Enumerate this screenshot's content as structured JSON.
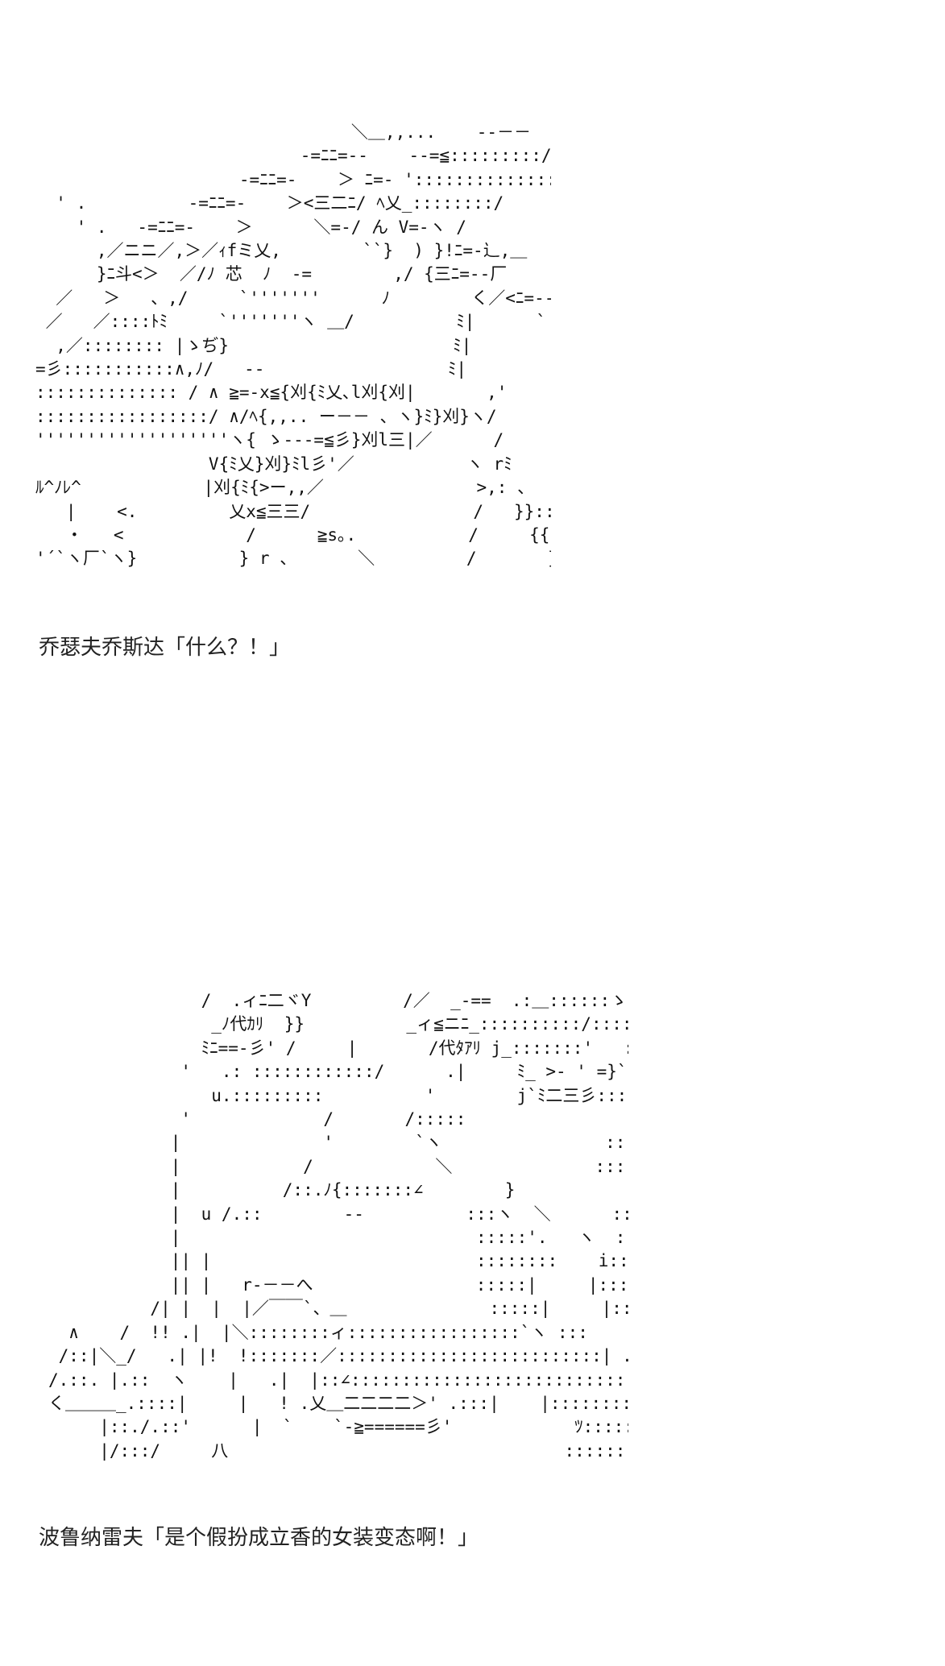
{
  "panels": [
    {
      "art_lines": [
        "                               ＼＿,,...    ‐‐－－",
        "                          -=ﾆﾆ=--    --=≦:::::::::/",
        "                    -=ﾆﾆ=-    ＞ ﾆ=- ':::::::::::::::/",
        "  ' .          -=ﾆﾆ=-    ＞<三二ﾆ/ ﾍ乂_::::::::/",
        "    ' .   -=ﾆﾆ=-    ＞      ＼=-/ ん V=-ヽ /",
        "      ,／ニニ／,＞／ｨfミ乂,        ``}  ) }!ﾆ=-辶,＿",
        "      }ﾆ斗<＞  ／/ﾉ 芯  ﾉ  -=        ,/ {三ﾆ=--厂",
        "  ／   ＞   、,/     `'''''''      ﾉ        く／<ﾆ=--,|",
        " ／   ／::::ﾄﾐ     `'''''''ヽ ＿/          ﾐ|      `  <,/",
        "  ,／:::::::: |ゝぢ}                      ﾐ|           ,'",
        "=彡:::::::::::∧,ﾉ/   --                  ﾐ|          ,'",
        ":::::::::::::: / ∧ ≧=-x≦{刈{ﾐ乂､l刈{刈|       ,'",
        ":::::::::::::::::/ ∧/ﾍ{,,.. ー－－ 、ヽ}ﾐ}刈}ヽ/      /",
        "'''''''''''''''''''ヽ{ ゝ---=≦彡}刈l三|／      /",
        "                 V{ﾐ乂}刈}ﾐl彡'／           ヽ rﾐ",
        "ﾙ^ﾉﾚ^            |刈{ﾐ{>ー,,／               >,: 、",
        "   |    <.         乂x≦三三/                /   }}::::＼",
        "   ・   <            /      ≧s｡.           /     {{:::::::",
        "'´`ヽ厂`ヽ}          } r 、      ＼         /       }}::::::"
      ],
      "caption": "乔瑟夫乔斯达「什么？！」"
    },
    {
      "art_lines": [
        "               /  .ィﾆ二ヾY         /／  _-==  .:＿::::::ゝ::::::",
        "                _ﾉ代ｶﾘ  }}          _ィ≦ニﾆ_::::::::::/:::::::::",
        "               ﾐﾆ==-彡' /     |       /代ﾀｱﾘ j_:::::::'   :::::::",
        "             '   .: ::::::::::::/      .|     ﾐ_ >- ' =}`:::::::::::::::::/",
        "                u.:::::::::          '        j`ﾐ二三彡::::::し:::::/／",
        "             '             /       /:::::                :::::::::::::ｲ::::",
        "            |              '        `ヽ                :::::::::::::::::::／",
        "            |            /            ＼              :::::::::::::::::/:::::::",
        "            |          /::.ﾉ{:::::::∠        }           ::::::::::::::::'   ::::",
        "            |  u /.::        --          :::ヽ  ＼      ::::::::::::::i:::::::::::",
        "            |                             :::::'.   ヽ  ::::::::::::::::::::::::::::::",
        "            || |                          ::::::::    i:::::::::::::::::::U:::::::::",
        "            || |   r-－－へ                :::::|     |:::::::::::::::::::::::::::::::",
        "          /| |  |  |／￣￣`、＿              :::::|     |:::::::::::::::::::::厂￣",
        "  ∧    /  !! .|  |＼::::::::ィ:::::::::::::::::`ヽ :::    |:::::::::::::::::/.:.:.:.:",
        " /::|＼_/   .| |!  !:::::::／::::::::::::::::::::::::::| .:|    |::::::::::::::::::{.:.:.:.:.:.",
        "/.::. |.::  ヽ    |   .|  |::∠:::::::::::::::::::::::::::::::j .::|    |::::::::::::::::::>、.:.:.:.",
        "く＿＿＿_.::::|     |   ! .乂＿二二二二＞' .:::|    |::::::::::::::::::/{.:.:.:.:",
        "     |::./.::'      |  `    `-≧======彡'            ﾂ:::::::::::::::::::| |.:.:.:.:",
        "     |/:::/     八                                 ::::::::::::::::::::::::::| |.:.:.:.:"
      ],
      "caption": "波鲁纳雷夫「是个假扮成立香的女装变态啊！」"
    }
  ]
}
